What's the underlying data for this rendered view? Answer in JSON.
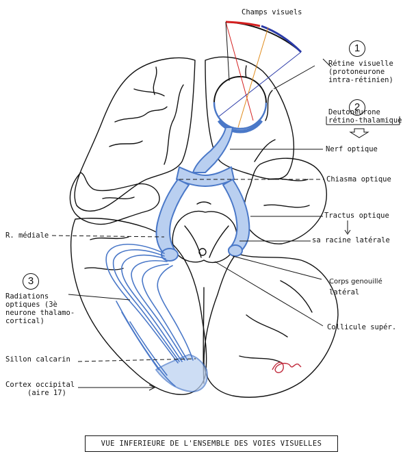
{
  "labels": {
    "title": "Champs visuels",
    "retine_l1": "Rétine visuelle",
    "retine_l2": "(protoneurone",
    "retine_l3": "intra-rétinien)",
    "deuto_l1": "Deutoneurone",
    "deuto_l2": "rétino-thalamique",
    "nerf": "Nerf optique",
    "chiasma": "Chiasma optique",
    "tractus": "Tractus optique",
    "racine": "sa racine latérale",
    "rmediale": "R. médiale",
    "corps_l1": "Corps genouillé",
    "corps_l2": "latéral",
    "radiations_l1": "Radiations",
    "radiations_l2": "optiques (3è",
    "radiations_l3": "neurone thalamo-",
    "radiations_l4": "cortical)",
    "colliculus": "Collicule supér.",
    "sillon": "Sillon calcarin",
    "cortex_l1": "Cortex occipital",
    "cortex_l2": "(aire 17)",
    "caption": "VUE INFERIEURE DE L'ENSEMBLE DES VOIES VISUELLES"
  },
  "markers": {
    "n1": "1",
    "n2": "2",
    "n3": "3"
  },
  "colors": {
    "pathway": "#4a78c8",
    "pathway_fill": "#b9cff0",
    "ink": "#111111",
    "field_red": "#d42020",
    "field_orange": "#e08a1a",
    "field_blue": "#2a3aa8"
  }
}
